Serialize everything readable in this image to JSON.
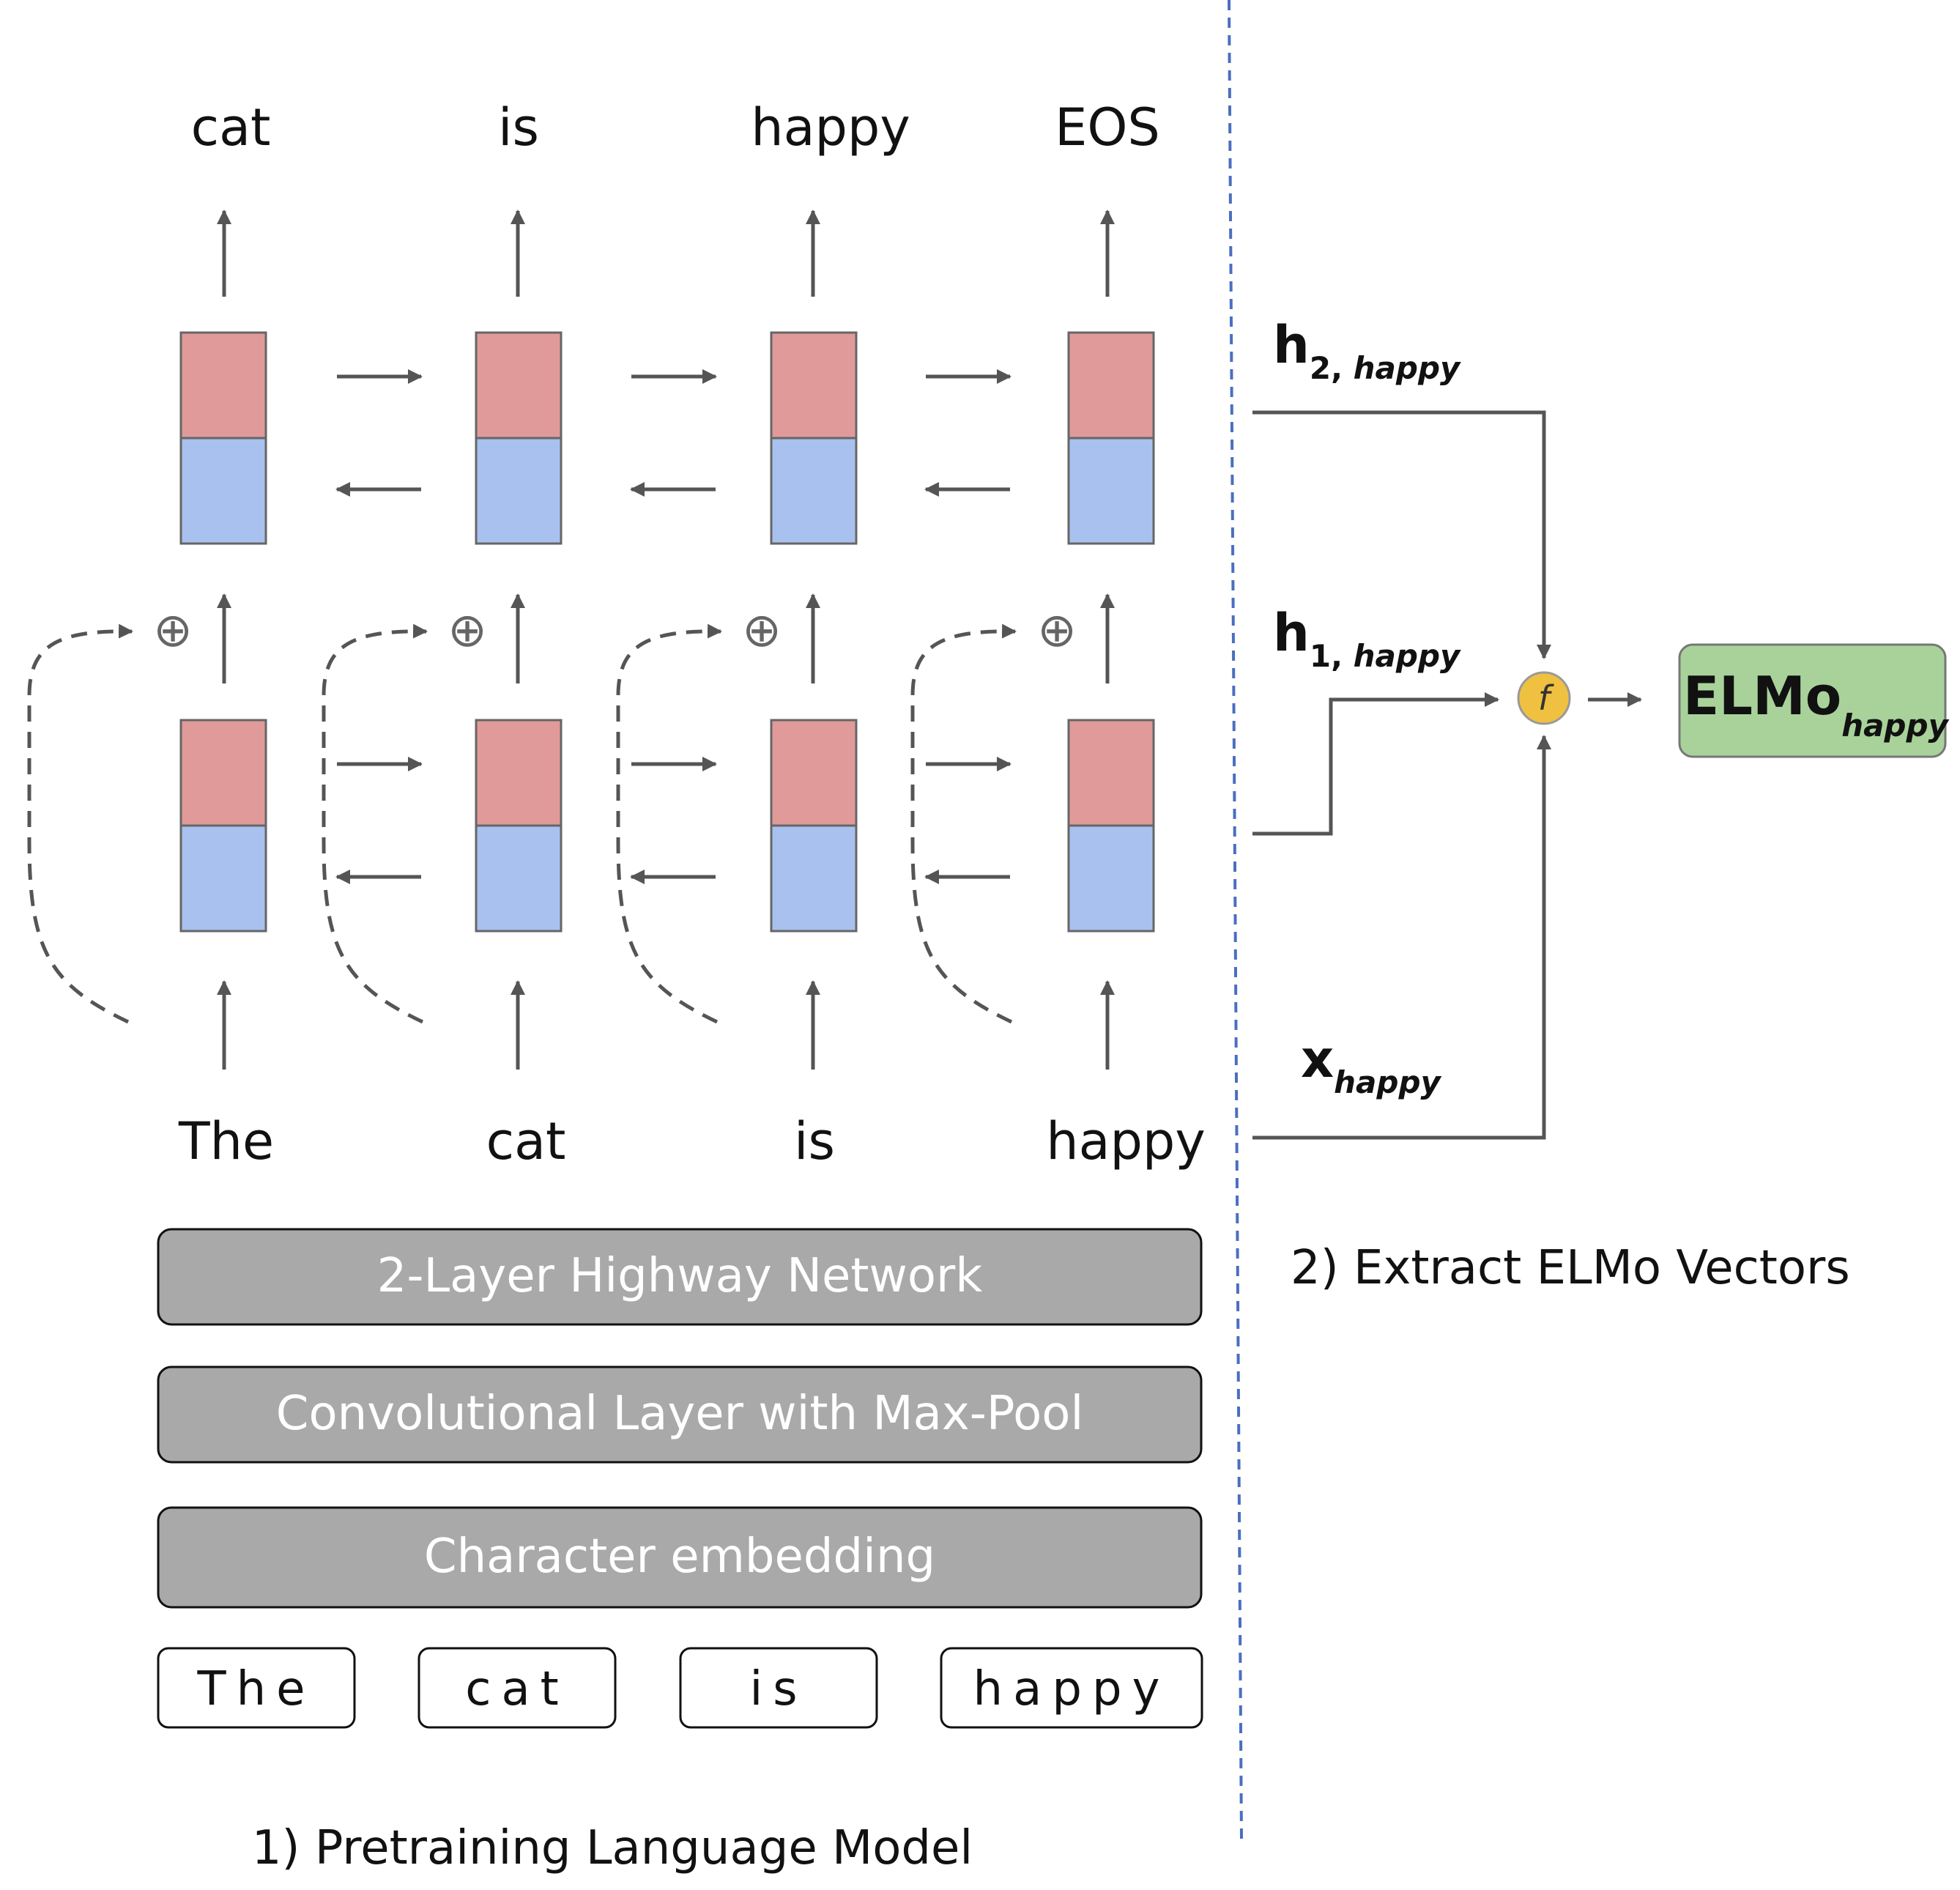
{
  "pretraining": {
    "output_words": [
      "cat",
      "is",
      "happy",
      "EOS"
    ],
    "input_words": [
      "The",
      "cat",
      "is",
      "happy"
    ],
    "layers": {
      "highway": "2-Layer Highway Network",
      "conv": "Convolutional Layer with Max-Pool",
      "char_embedding": "Character embedding"
    },
    "char_tokens": [
      "The",
      "cat",
      "is",
      "happy"
    ],
    "plus_symbol": "⊕",
    "caption": "1) Pretraining Language Model"
  },
  "extraction": {
    "h2": {
      "base": "h",
      "index": "2, ",
      "word": "happy"
    },
    "h1": {
      "base": "h",
      "index": "1, ",
      "word": "happy"
    },
    "x": {
      "base": "x",
      "word": "happy"
    },
    "combine_fn": "f",
    "output": {
      "base": "ELMo",
      "word": "happy"
    },
    "caption": "2) Extract ELMo Vectors"
  },
  "colors": {
    "forward_state": "#e09a9a",
    "backward_state": "#a8c1ef",
    "layer_box": "#a9a9a9",
    "elmo_box": "#a8d29a",
    "combine_node": "#f0c040",
    "separator": "#4a6fc0",
    "arrow": "#555555"
  }
}
